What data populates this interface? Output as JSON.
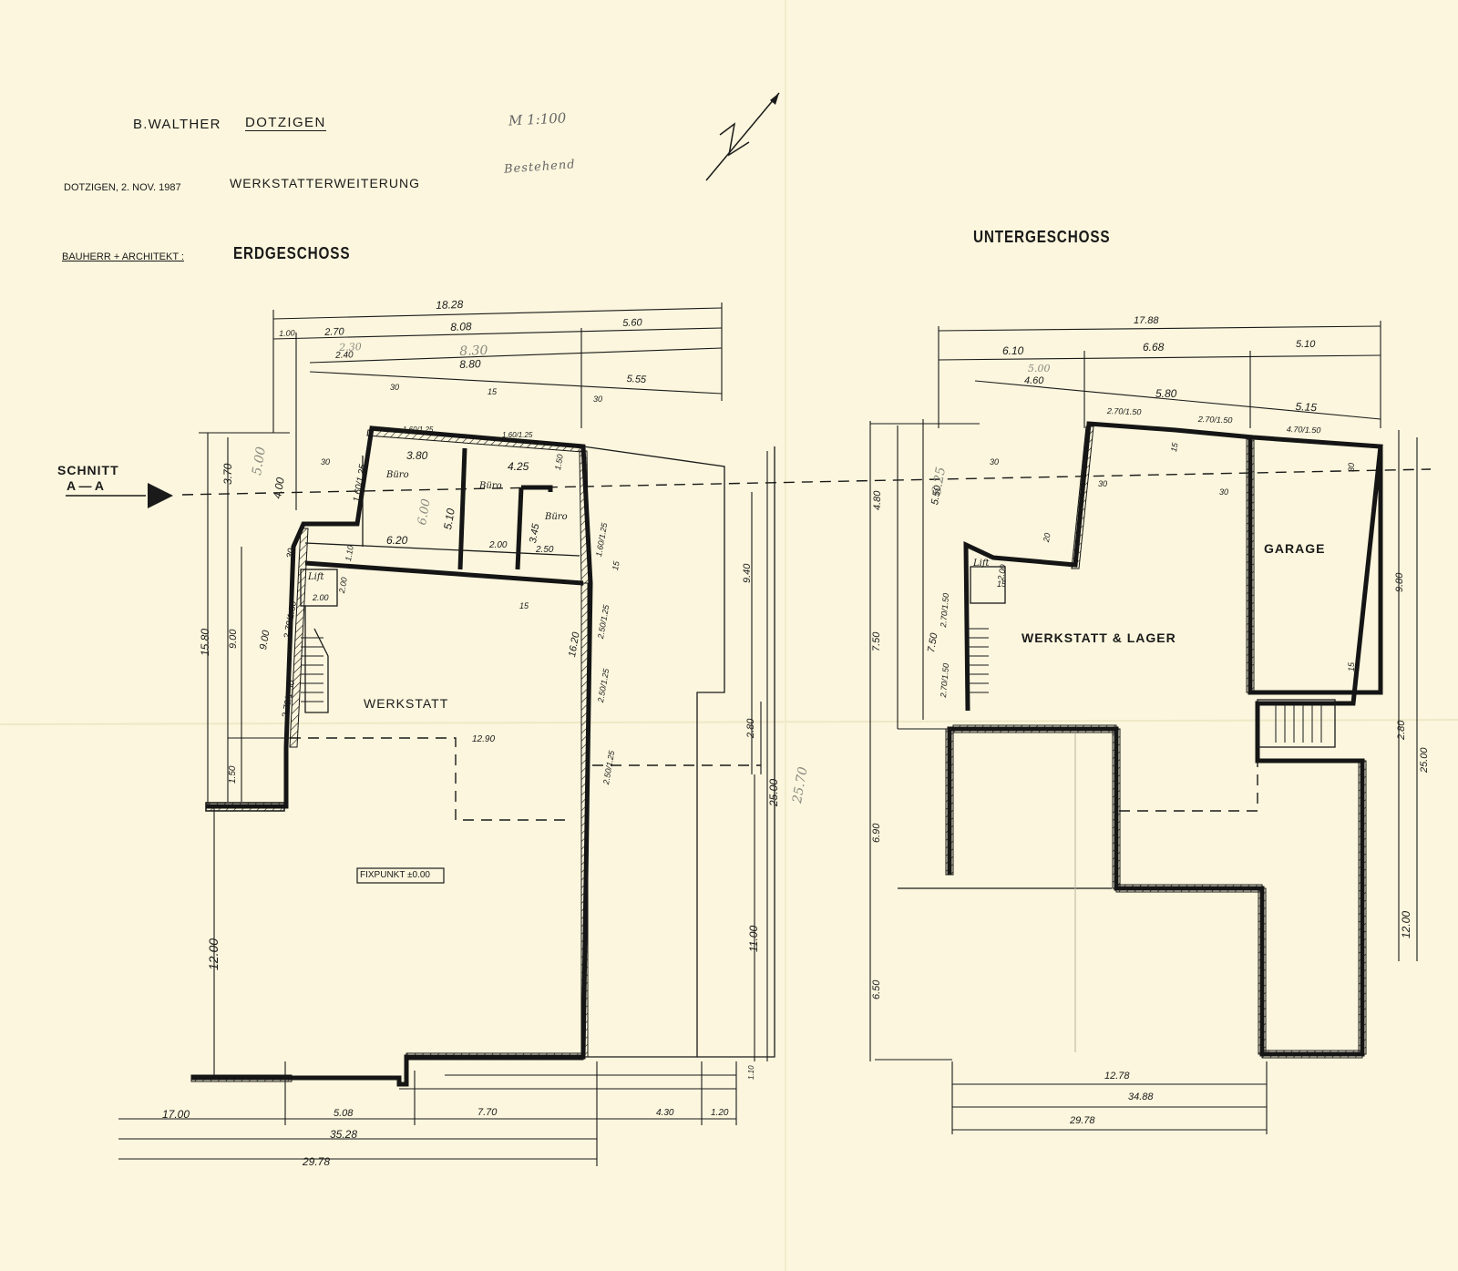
{
  "header": {
    "client": "B.WALTHER",
    "place": "DOTZIGEN",
    "scale": "M 1:100",
    "date": "DOTZIGEN, 2. NOV. 1987",
    "project": "WERKSTATTERWEITERUNG",
    "status_note": "Bestehend",
    "role": "BAUHERR + ARCHITEKT :"
  },
  "section_marker": {
    "line1": "SCHNITT",
    "line2": "A — A"
  },
  "north_arrow_label": "N",
  "erdgeschoss": {
    "title": "ERDGESCHOSS",
    "rooms": {
      "werkstatt": "WERKSTATT",
      "buero1": "Büro",
      "buero2": "Büro",
      "buero3": "Büro",
      "lift": "Lift"
    },
    "fixpoint": "FIXPUNKT ±0.00",
    "top_dims": [
      "18.28",
      "1.00",
      "2.70",
      "8.08",
      "5.60",
      "2.40",
      "8.80",
      "5.55"
    ],
    "pencil_dims": [
      "2.30",
      "8.30",
      "5.00",
      "6.00",
      "25.70"
    ],
    "inner_dims": [
      "30",
      "15",
      "30",
      "3.80",
      "4.25",
      "1.50",
      "6.20",
      "2.00",
      "2.50",
      "3.45",
      "1.10",
      "30",
      "15",
      "15",
      "12.90",
      "16.20",
      "1.60/1.25",
      "1.60/1.25",
      "1.60/1.25",
      "1.60/1.25",
      "2.50/1.25",
      "2.50/1.25",
      "2.50/1.25",
      "2.70/1.50",
      "2.70/1.50",
      "2.00",
      "2.00",
      "5.10"
    ],
    "left_dims": [
      "3.70",
      "4.00",
      "30",
      "9.00",
      "9.00",
      "15.80",
      "1.50",
      "12.00"
    ],
    "right_dims": [
      "9.40",
      "2.80",
      "11.00",
      "25.00",
      "1.10"
    ],
    "bottom_dims": [
      "17.00",
      "5.08",
      "7.70",
      "4.30",
      "1.20",
      "35.28",
      "29.78"
    ]
  },
  "untergeschoss": {
    "title": "UNTERGESCHOSS",
    "rooms": {
      "garage": "GARAGE",
      "werkstatt_lager": "WERKSTATT & LAGER",
      "lift": "Lift"
    },
    "top_dims": [
      "17.88",
      "6.10",
      "6.68",
      "5.10",
      "4.60",
      "5.80",
      "5.15",
      "2.70/1.50",
      "2.70/1.50",
      "4.70/1.50"
    ],
    "pencil_dims": [
      "5.00",
      "6.25"
    ],
    "inner_dims": [
      "30",
      "30",
      "30",
      "30",
      "20",
      "2.00",
      "15",
      "15",
      "15"
    ],
    "left_dims": [
      "4.80",
      "5.50",
      "7.50",
      "7.50",
      "6.90",
      "6.50",
      "2.70/1.50",
      "2.70/1.50"
    ],
    "right_dims": [
      "9.80",
      "2.80",
      "25.00",
      "12.00"
    ],
    "bottom_dims": [
      "12.78",
      "34.88",
      "29.78"
    ]
  }
}
